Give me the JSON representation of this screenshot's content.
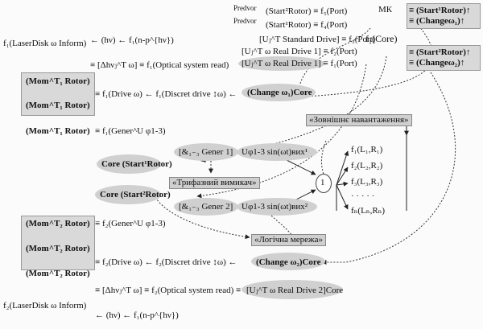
{
  "diagram": {
    "mk_label": "МК",
    "top_right": {
      "start1": "≡ (Start¹Rotor)↑",
      "change1": "≡ (Changeω₁)↑",
      "start2": "≡ (Start²Rotor)↑",
      "change2": "≡ (Changeω₂)↑"
    },
    "top_block": {
      "predvor1": "Predvor",
      "start2_eq": "(Start²Rotor) ≡ f₅(Port)",
      "predvor2": "Predvor",
      "start1_eq": "(Start¹Rotor) ≡ f₄(Port)",
      "standard": "[Uⱼ^T Standard Drive] ≡ f₃(Port)",
      "laser_real1": "[Uⱼ^T ω Real Drive 1] ≡ f₂(Port)",
      "real_drive1": "[Uⱼ^T ω Real Drive 1] ≡ f₁(Port)",
      "core": "f₁(Core)"
    },
    "left1": {
      "laser_disk": "f₁(LaserDisk ω Inform)",
      "hv_eq": "← (hν) ← f₁(n-p^{hν})",
      "optical_eq": "≡ [Δhνⱼ^T ω] ≡ f₁(Optical system read)",
      "mom1": "(Mom^T₁ Rotor)",
      "mom2": "(Mom^T₁ Rotor)",
      "mom3": "(Mom^T₁ Rotor)",
      "drive_eq": "≡ f₁(Drive ω) ← f₁(Discret drive ↕ω) ←",
      "change1": "(Change ω₁)Core",
      "gener_eq": "≡ f₁(Gener^U φ1-3)"
    },
    "middle": {
      "zovnishni": "«Зовнішнє навантаження»",
      "trifaz": "«Трифазний вимикач»",
      "logic": "«Логічна мережа»",
      "start1_core": "Core (Start¹Rotor)",
      "start2_core": "Core (Start²Rotor)",
      "gener1": "[&₁₋₃ Gener 1]",
      "gener2": "[&₁₋₃ Gener 2]",
      "u1": "Uφ1-3 sin(ωt)вих¹",
      "u2": "Uφ1-3 sin(ωt)вих²",
      "node": "1",
      "loads": [
        "f₁(L₁,R₁)",
        "f₂(L₂,R₂)",
        "f₃(L₃,R₃)",
        "· · · · ·",
        "fₙ(Lₙ,Rₙ)"
      ]
    },
    "left2": {
      "mom1": "(Mom^T₂ Rotor)",
      "mom2": "(Mom^T₂ Rotor)",
      "mom3": "(Mom^T₂ Rotor)",
      "gener_eq": "≡ f₂(Gener^U φ1-3)",
      "drive_eq": "≡ f₂(Drive ω) ← f₂(Discret drive ↕ω) ←",
      "change2": "(Change ω₂)Core",
      "optical_eq": "≡ [Δhνⱼ^T ω] ≡ f₂(Optical system read) ≡",
      "real_drive2": "[Uⱼ^T ω Real Drive 2]Core",
      "laser_disk": "f₂(LaserDisk ω Inform)",
      "hv_eq": "← (hν) ← f₁(n-p^{hν})"
    }
  }
}
